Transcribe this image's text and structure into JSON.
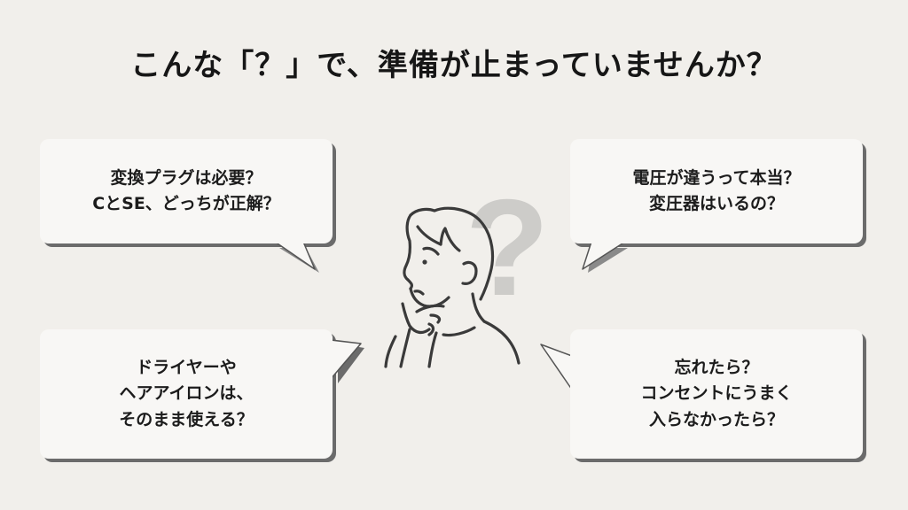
{
  "title": "こんな「？」で、準備が止まっていませんか？",
  "bubbles": {
    "top_left": {
      "lines": [
        "変換プラグは必要？",
        "CとSE、どっちが正解？"
      ]
    },
    "top_right": {
      "lines": [
        "電圧が違うって本当？",
        "変圧器はいるの？"
      ]
    },
    "bottom_left": {
      "lines": [
        "ドライヤーや",
        "ヘアアイロンは、",
        "そのまま使える？"
      ]
    },
    "bottom_right": {
      "lines": [
        "忘れたら？",
        "コンセントにうまく",
        "入らなかったら？"
      ]
    }
  },
  "illustration": {
    "figure": "thinking-person-line-art",
    "symbol": "?"
  },
  "colors": {
    "background": "#f1efeb",
    "bubble_fill": "#f8f7f5",
    "bubble_shadow": "#6b6b6b",
    "line_art": "#3a3a3a",
    "question_mark": "#c9c8c5",
    "text": "#1c1c1c"
  }
}
